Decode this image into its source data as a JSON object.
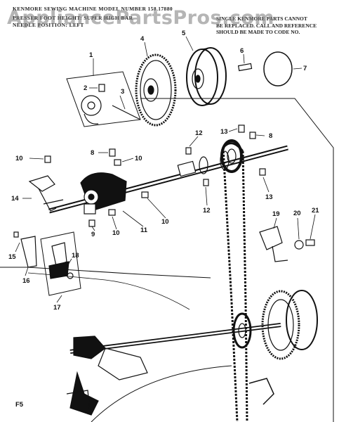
{
  "header": {
    "model_line": "KENMORE SEWING MACHINE MODEL NUMBER 158.17880",
    "line2": "PRESSER FOOT HEIGHT: SUPER HIGH BAR",
    "line3": "NEEDLE POSITION: LEFT"
  },
  "note": {
    "line1": "SINGLE KENMORE PARTS CANNOT",
    "line2": "BE REPLACED. CALL AND REFERENCE",
    "line3": "SHOULD BE MADE TO CODE NO."
  },
  "watermark": "AppliancePartsPros.com",
  "figure_code": "F5",
  "callouts": [
    "1",
    "2",
    "3",
    "4",
    "5",
    "6",
    "7",
    "8",
    "8",
    "10",
    "10",
    "10",
    "10",
    "11",
    "12",
    "12",
    "13",
    "13",
    "14",
    "15",
    "16",
    "17",
    "18",
    "19",
    "20",
    "21",
    "9"
  ],
  "colors": {
    "ink": "#111111",
    "paper": "#ffffff",
    "watermark": "#888888"
  }
}
